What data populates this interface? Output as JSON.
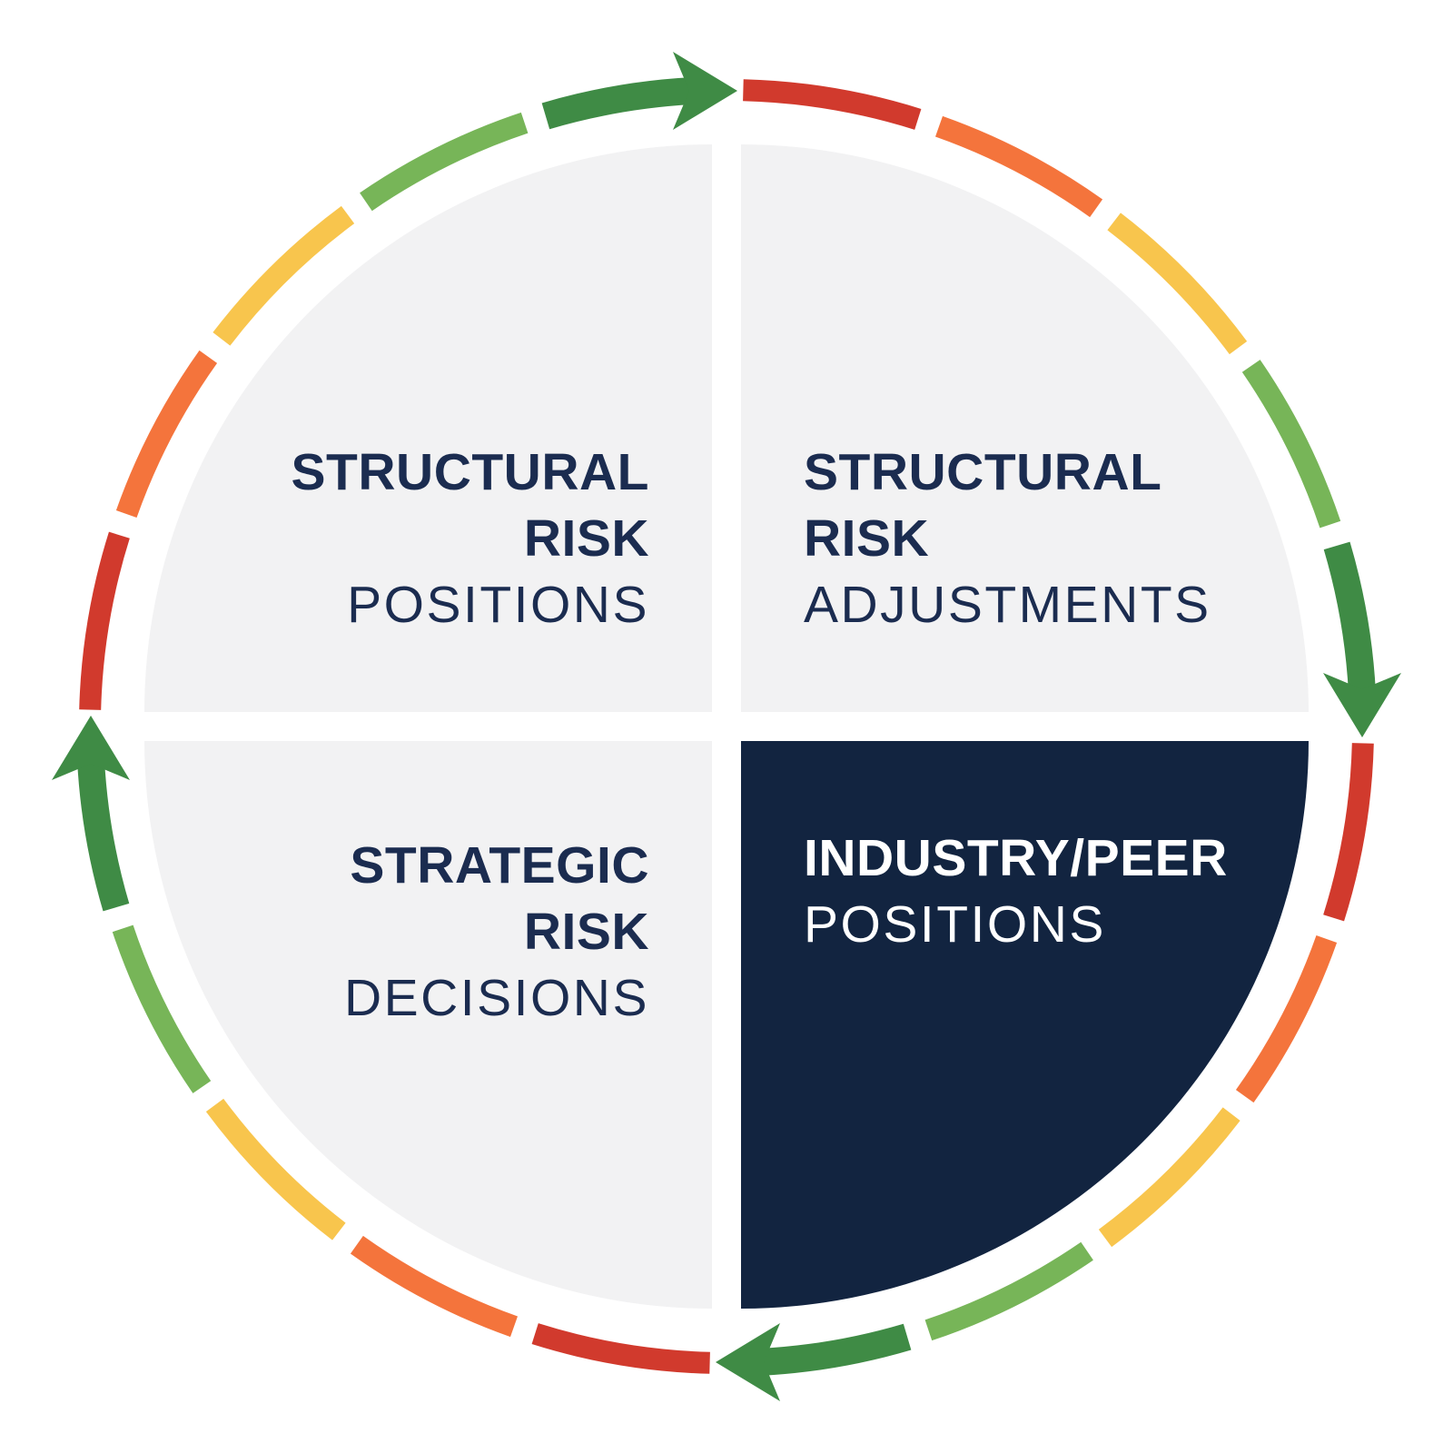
{
  "diagram": {
    "title": "",
    "flow_direction": "clockwise",
    "background": "#ffffff",
    "quadrants": [
      {
        "id": "top-left",
        "bg": "#f2f2f3",
        "text_color": "#1b2c50",
        "align": "right",
        "lines": [
          {
            "text": "STRUCTURAL",
            "style": "bold"
          },
          {
            "text": "RISK",
            "style": "bold"
          },
          {
            "text": "POSITIONS",
            "style": "light"
          }
        ]
      },
      {
        "id": "top-right",
        "bg": "#f2f2f3",
        "text_color": "#1b2c50",
        "align": "left",
        "lines": [
          {
            "text": "STRUCTURAL",
            "style": "bold"
          },
          {
            "text": "RISK",
            "style": "bold"
          },
          {
            "text": "ADJUSTMENTS",
            "style": "light"
          }
        ]
      },
      {
        "id": "bottom-left",
        "bg": "#f2f2f3",
        "text_color": "#1b2c50",
        "align": "right",
        "lines": [
          {
            "text": "STRATEGIC",
            "style": "bold"
          },
          {
            "text": "RISK",
            "style": "bold"
          },
          {
            "text": "DECISIONS",
            "style": "light"
          }
        ]
      },
      {
        "id": "bottom-right",
        "bg": "#122440",
        "text_color": "#ffffff",
        "align": "left",
        "lines": [
          {
            "text": "INDUSTRY/PEER",
            "style": "bold"
          },
          {
            "text": "POSITIONS",
            "style": "light"
          }
        ]
      }
    ],
    "ring": {
      "direction": "clockwise",
      "arrow_count": 4,
      "segments_per_quadrant": [
        "red",
        "orange",
        "yellow",
        "green"
      ],
      "colors": {
        "red": "#d13a2d",
        "orange": "#f4743c",
        "yellow": "#f8c54d",
        "green": "#77b558",
        "arrow": "#3f8b45"
      }
    }
  }
}
